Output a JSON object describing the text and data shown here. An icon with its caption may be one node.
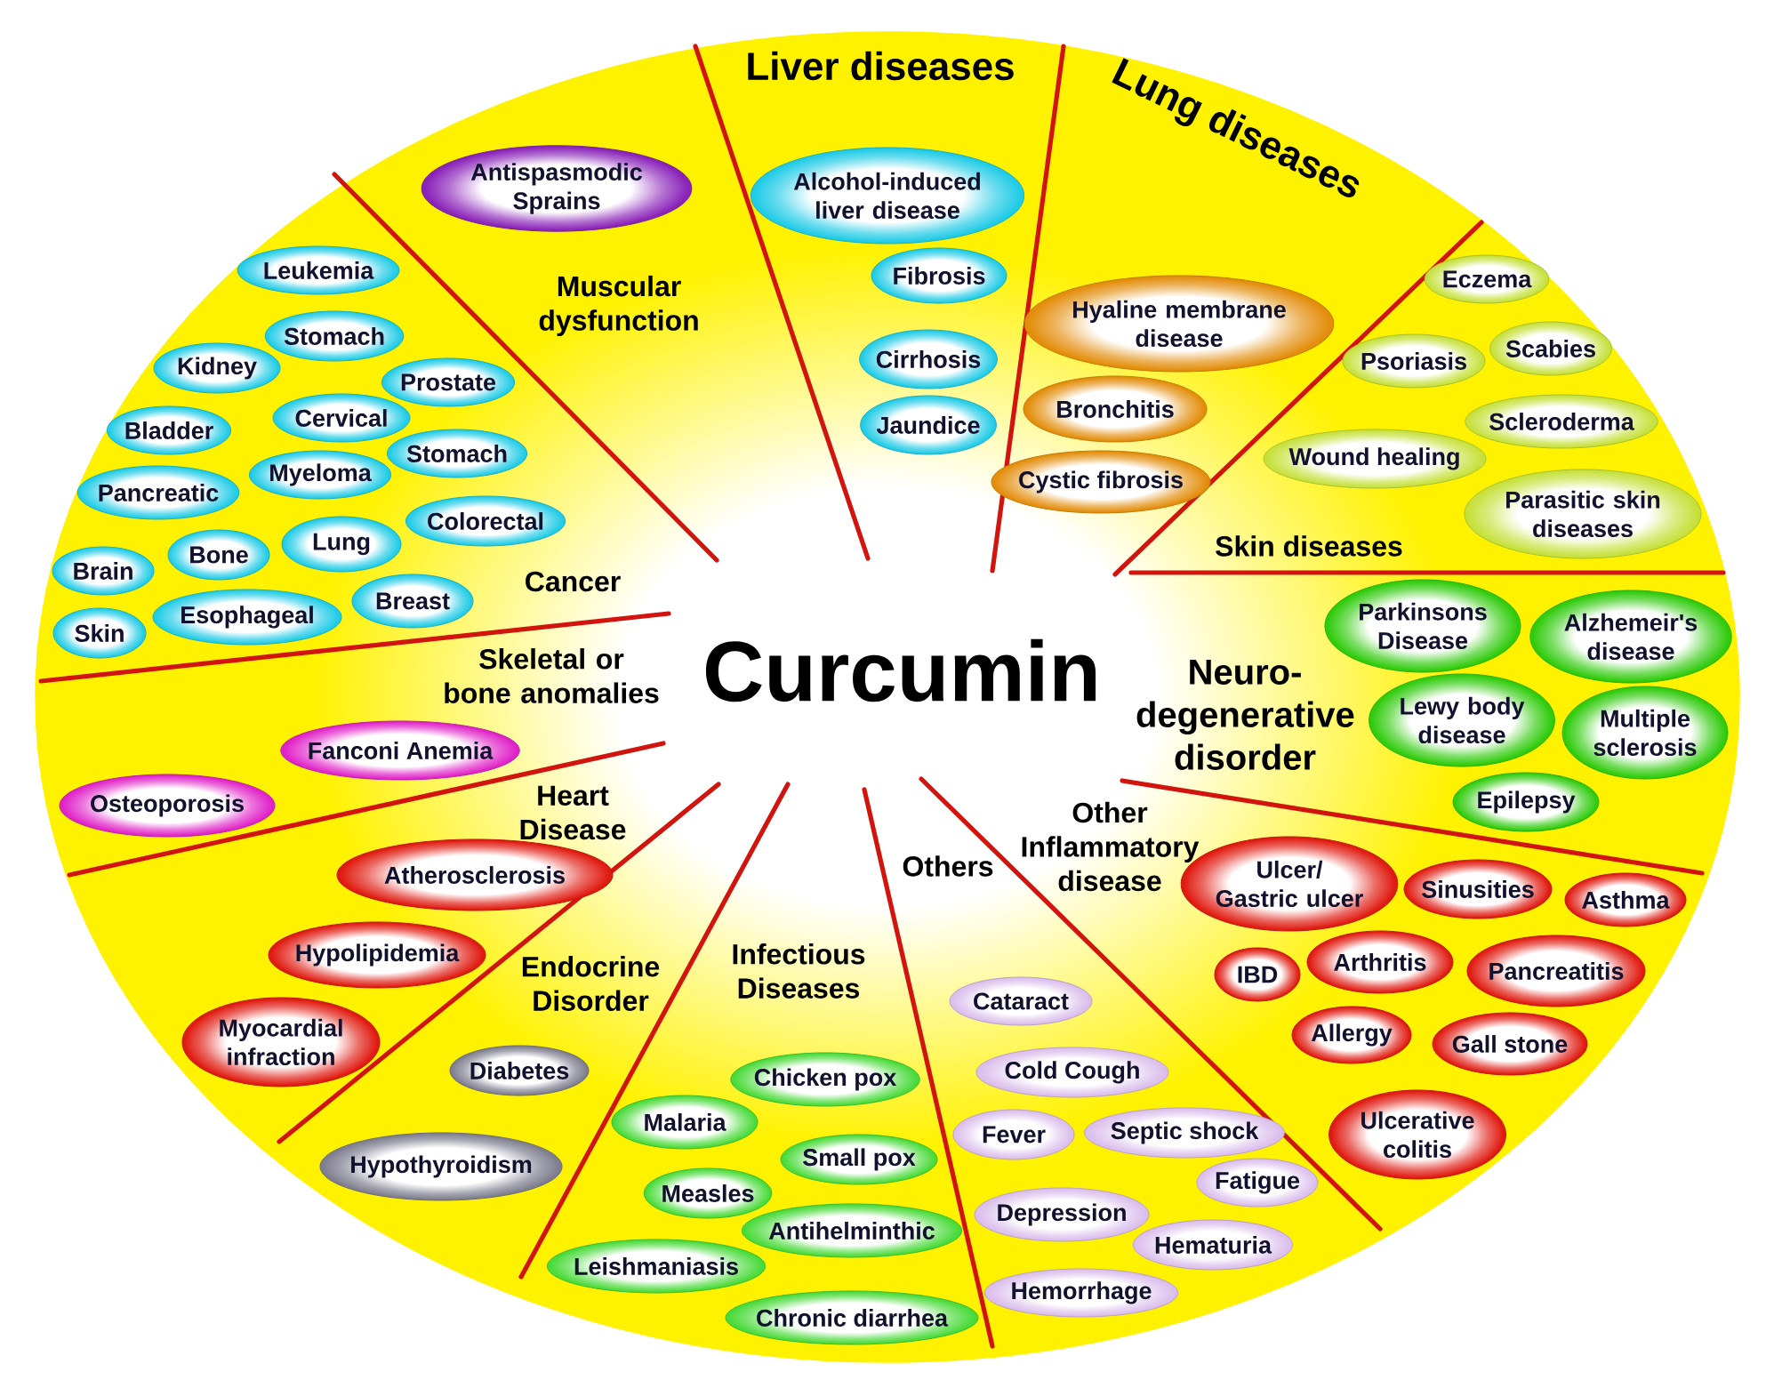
{
  "diagram": {
    "nodes": [
      {
        "text": [
          "Curcumin"
        ]
      },
      {
        "text": [
          "Leukemia"
        ],
        "in": 0
      },
      {
        "text": [
          "Stomach"
        ],
        "in": 0
      },
      {
        "text": [
          "Kidney"
        ],
        "in": 0
      },
      {
        "text": [
          "Prostate"
        ],
        "in": 0
      },
      {
        "text": [
          "Cervical"
        ],
        "in": 0
      },
      {
        "text": [
          "Bladder"
        ],
        "in": 0
      },
      {
        "text": [
          "Stomach"
        ],
        "in": 0
      },
      {
        "text": [
          "Myeloma"
        ],
        "in": 0
      },
      {
        "text": [
          "Pancreatic"
        ],
        "in": 0
      },
      {
        "text": [
          "Colorectal"
        ],
        "in": 0
      },
      {
        "text": [
          "Lung"
        ],
        "in": 0
      },
      {
        "text": [
          "Bone"
        ],
        "in": 0
      },
      {
        "text": [
          "Brain"
        ],
        "in": 0
      },
      {
        "text": [
          "Breast"
        ],
        "in": 0
      },
      {
        "text": [
          "Esophageal"
        ],
        "in": 0
      },
      {
        "text": [
          "Skin"
        ],
        "in": 0
      },
      {
        "text": [
          "Antispasmodic Sprains"
        ],
        "in": 0
      },
      {
        "text": [
          "Alcohol-induced liver disease"
        ],
        "in": 0
      },
      {
        "text": [
          "Fibrosis"
        ],
        "in": 0
      },
      {
        "text": [
          "Cirrhosis"
        ],
        "in": 0
      },
      {
        "text": [
          "Jaundice"
        ],
        "in": 0
      },
      {
        "text": [
          "Hyaline membrane disease"
        ],
        "in": 0
      },
      {
        "text": [
          "Bronchitis"
        ],
        "in": 0
      },
      {
        "text": [
          "Cystic fibrosis"
        ],
        "in": 0
      },
      {
        "text": [
          "Eczema"
        ],
        "in": 0
      },
      {
        "text": [
          "Psoriasis"
        ],
        "in": 0
      },
      {
        "text": [
          "Scabies"
        ],
        "in": 0
      },
      {
        "text": [
          "Scleroderma"
        ],
        "in": 0
      },
      {
        "text": [
          "Wound healing"
        ],
        "in": 0
      },
      {
        "text": [
          "Parasitic skin diseases"
        ],
        "in": 0
      },
      {
        "text": [
          "Parkinsons Disease"
        ],
        "in": 0
      },
      {
        "text": [
          "Alzhemeir's disease"
        ],
        "in": 0
      },
      {
        "text": [
          "Lewy body disease"
        ],
        "in": 0
      },
      {
        "text": [
          "Multiple sclerosis"
        ],
        "in": 0
      },
      {
        "text": [
          "Epilepsy"
        ],
        "in": 0
      },
      {
        "text": [
          "Ulcer/ Gastric ulcer"
        ],
        "in": 0
      },
      {
        "text": [
          "Sinusities"
        ],
        "in": 0
      },
      {
        "text": [
          "Asthma"
        ],
        "in": 0
      },
      {
        "text": [
          "IBD"
        ],
        "in": 0
      },
      {
        "text": [
          "Arthritis"
        ],
        "in": 0
      },
      {
        "text": [
          "Pancreatitis"
        ],
        "in": 0
      },
      {
        "text": [
          "Allergy"
        ],
        "in": 0
      },
      {
        "text": [
          "Gall stone"
        ],
        "in": 0
      },
      {
        "text": [
          "Ulcerative colitis"
        ],
        "in": 0
      },
      {
        "text": [
          "Cataract"
        ],
        "in": 0
      },
      {
        "text": [
          "Cold Cough"
        ],
        "in": 0
      },
      {
        "text": [
          "Fever"
        ],
        "in": 0
      },
      {
        "text": [
          "Septic shock"
        ],
        "in": 0
      },
      {
        "text": [
          "Fatigue"
        ],
        "in": 0
      },
      {
        "text": [
          "Depression"
        ],
        "in": 0
      },
      {
        "text": [
          "Hematuria"
        ],
        "in": 0
      },
      {
        "text": [
          "Hemorrhage"
        ],
        "in": 0
      },
      {
        "text": [
          "Chicken pox"
        ],
        "in": 0
      },
      {
        "text": [
          "Malaria"
        ],
        "in": 0
      },
      {
        "text": [
          "Small pox"
        ],
        "in": 0
      },
      {
        "text": [
          "Measles"
        ],
        "in": 0
      },
      {
        "text": [
          "Antihelminthic"
        ],
        "in": 0
      },
      {
        "text": [
          "Leishmaniasis"
        ],
        "in": 0
      },
      {
        "text": [
          "Chronic diarrhea"
        ],
        "in": 0
      },
      {
        "text": [
          "Diabetes"
        ],
        "in": 0
      },
      {
        "text": [
          "Hypothyroidism"
        ],
        "in": 0
      },
      {
        "text": [
          "Atherosclerosis"
        ],
        "in": 0
      },
      {
        "text": [
          "Hypolipidemia"
        ],
        "in": 0
      },
      {
        "text": [
          "Myocardial infraction"
        ],
        "in": 0
      },
      {
        "text": [
          "Fanconi Anemia"
        ],
        "in": 0
      },
      {
        "text": [
          "Osteoporosis"
        ],
        "in": 0
      }
    ],
    "labels": [
      "Cancer",
      "Muscular dysfunction",
      "Liver diseases",
      "Lung diseases",
      "Skin diseases",
      "Neuro-degenerative disorder",
      "Other Inflammatory disease",
      "Others",
      "Infectious Diseases",
      "Endocrine Disorder",
      "Heart Disease",
      "Skeletal or bone anomalies"
    ]
  }
}
